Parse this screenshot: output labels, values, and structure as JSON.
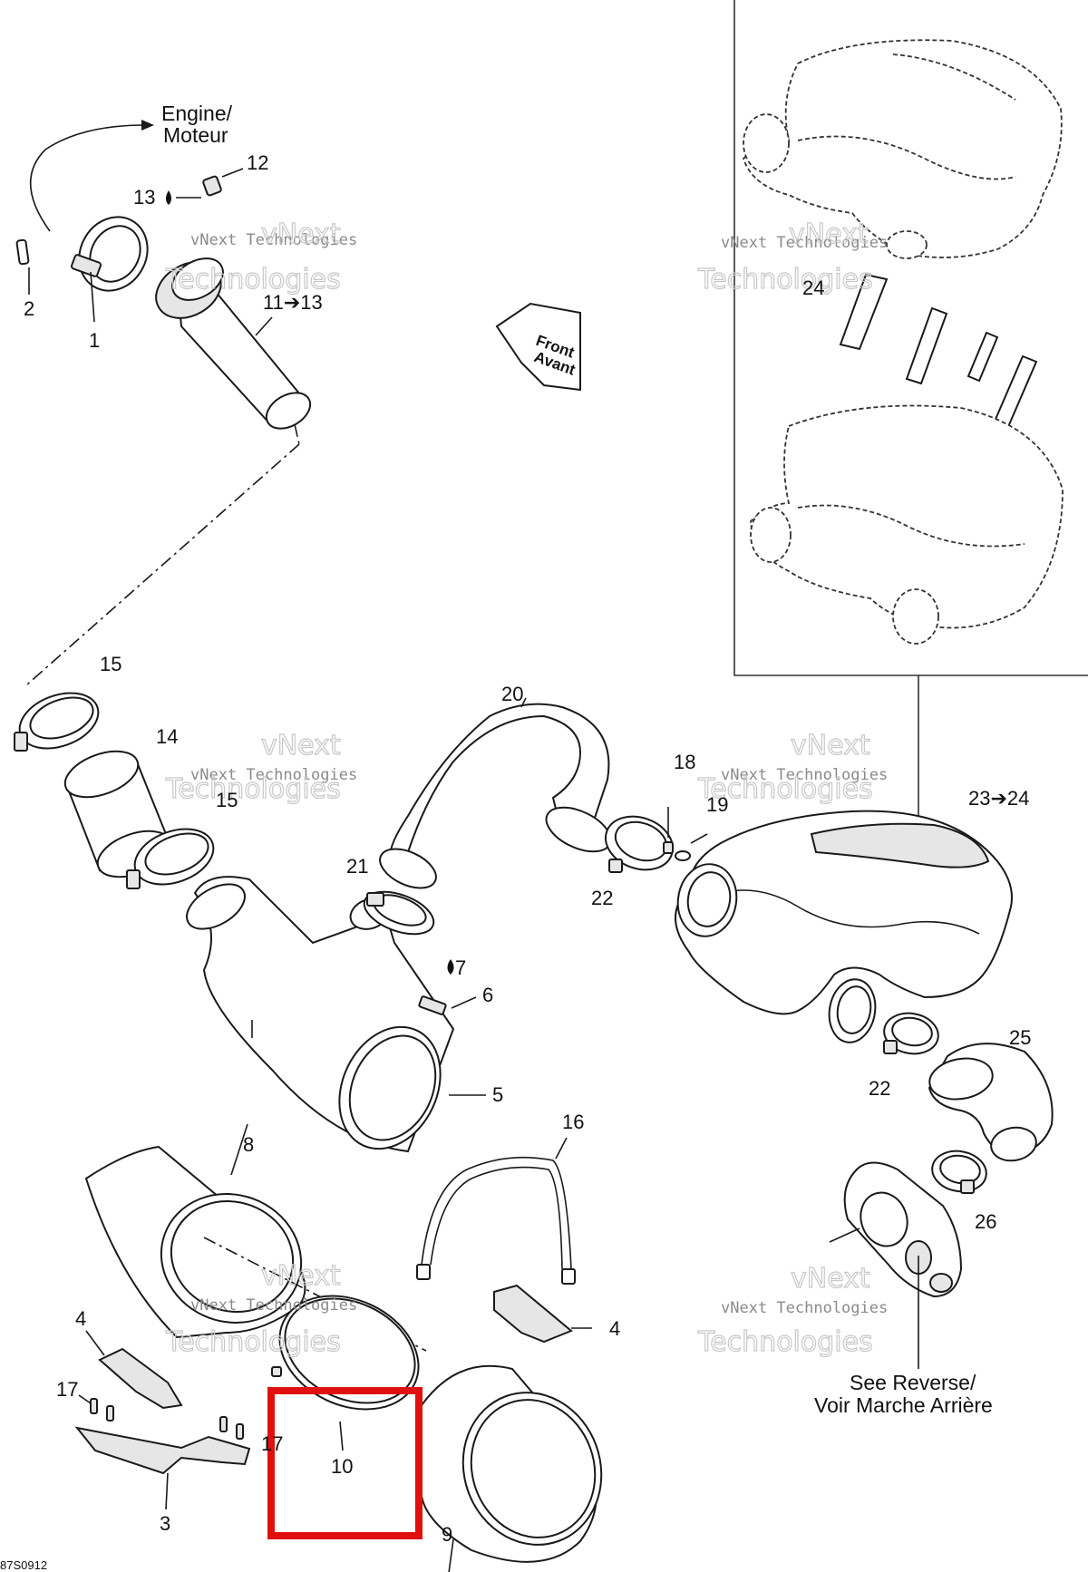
{
  "engine_label": [
    "Engine/",
    "Moteur"
  ],
  "front_label": [
    "Front",
    "Avant"
  ],
  "see_reverse_label": [
    "See Reverse/",
    "Voir Marche Arrière"
  ],
  "watermark": {
    "line1": "vNext Technologies",
    "line2": "Technologies",
    "corner": "vNext"
  },
  "part_numbers": {
    "p1": "1",
    "p2": "2",
    "p3": "3",
    "p4a": "4",
    "p4b": "4",
    "p5": "5",
    "p6": "6",
    "p7": "7",
    "p8": "8",
    "p9": "9",
    "p10": "10",
    "p11_13": "11➔13",
    "p12": "12",
    "p13": "13",
    "p14": "14",
    "p15a": "15",
    "p15b": "15",
    "p16": "16",
    "p17a": "17",
    "p17b": "17",
    "p18": "18",
    "p19": "19",
    "p20": "20",
    "p21": "21",
    "p22a": "22",
    "p22b": "22",
    "p23_24": "23➔24",
    "p24": "24",
    "p25": "25",
    "p26": "26"
  },
  "drawing_code": "87S0912",
  "highlight": {
    "target": "10",
    "color": "#e01010"
  },
  "colors": {
    "line": "#1a1a1a",
    "shade": "#e6e6e6",
    "highlight": "#e01010"
  }
}
